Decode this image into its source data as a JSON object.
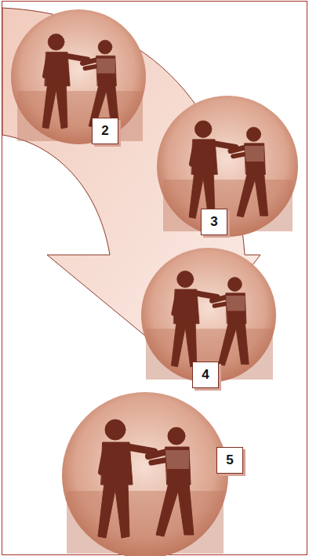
{
  "diagram": {
    "labels": [
      "2",
      "3",
      "4",
      "5"
    ]
  }
}
